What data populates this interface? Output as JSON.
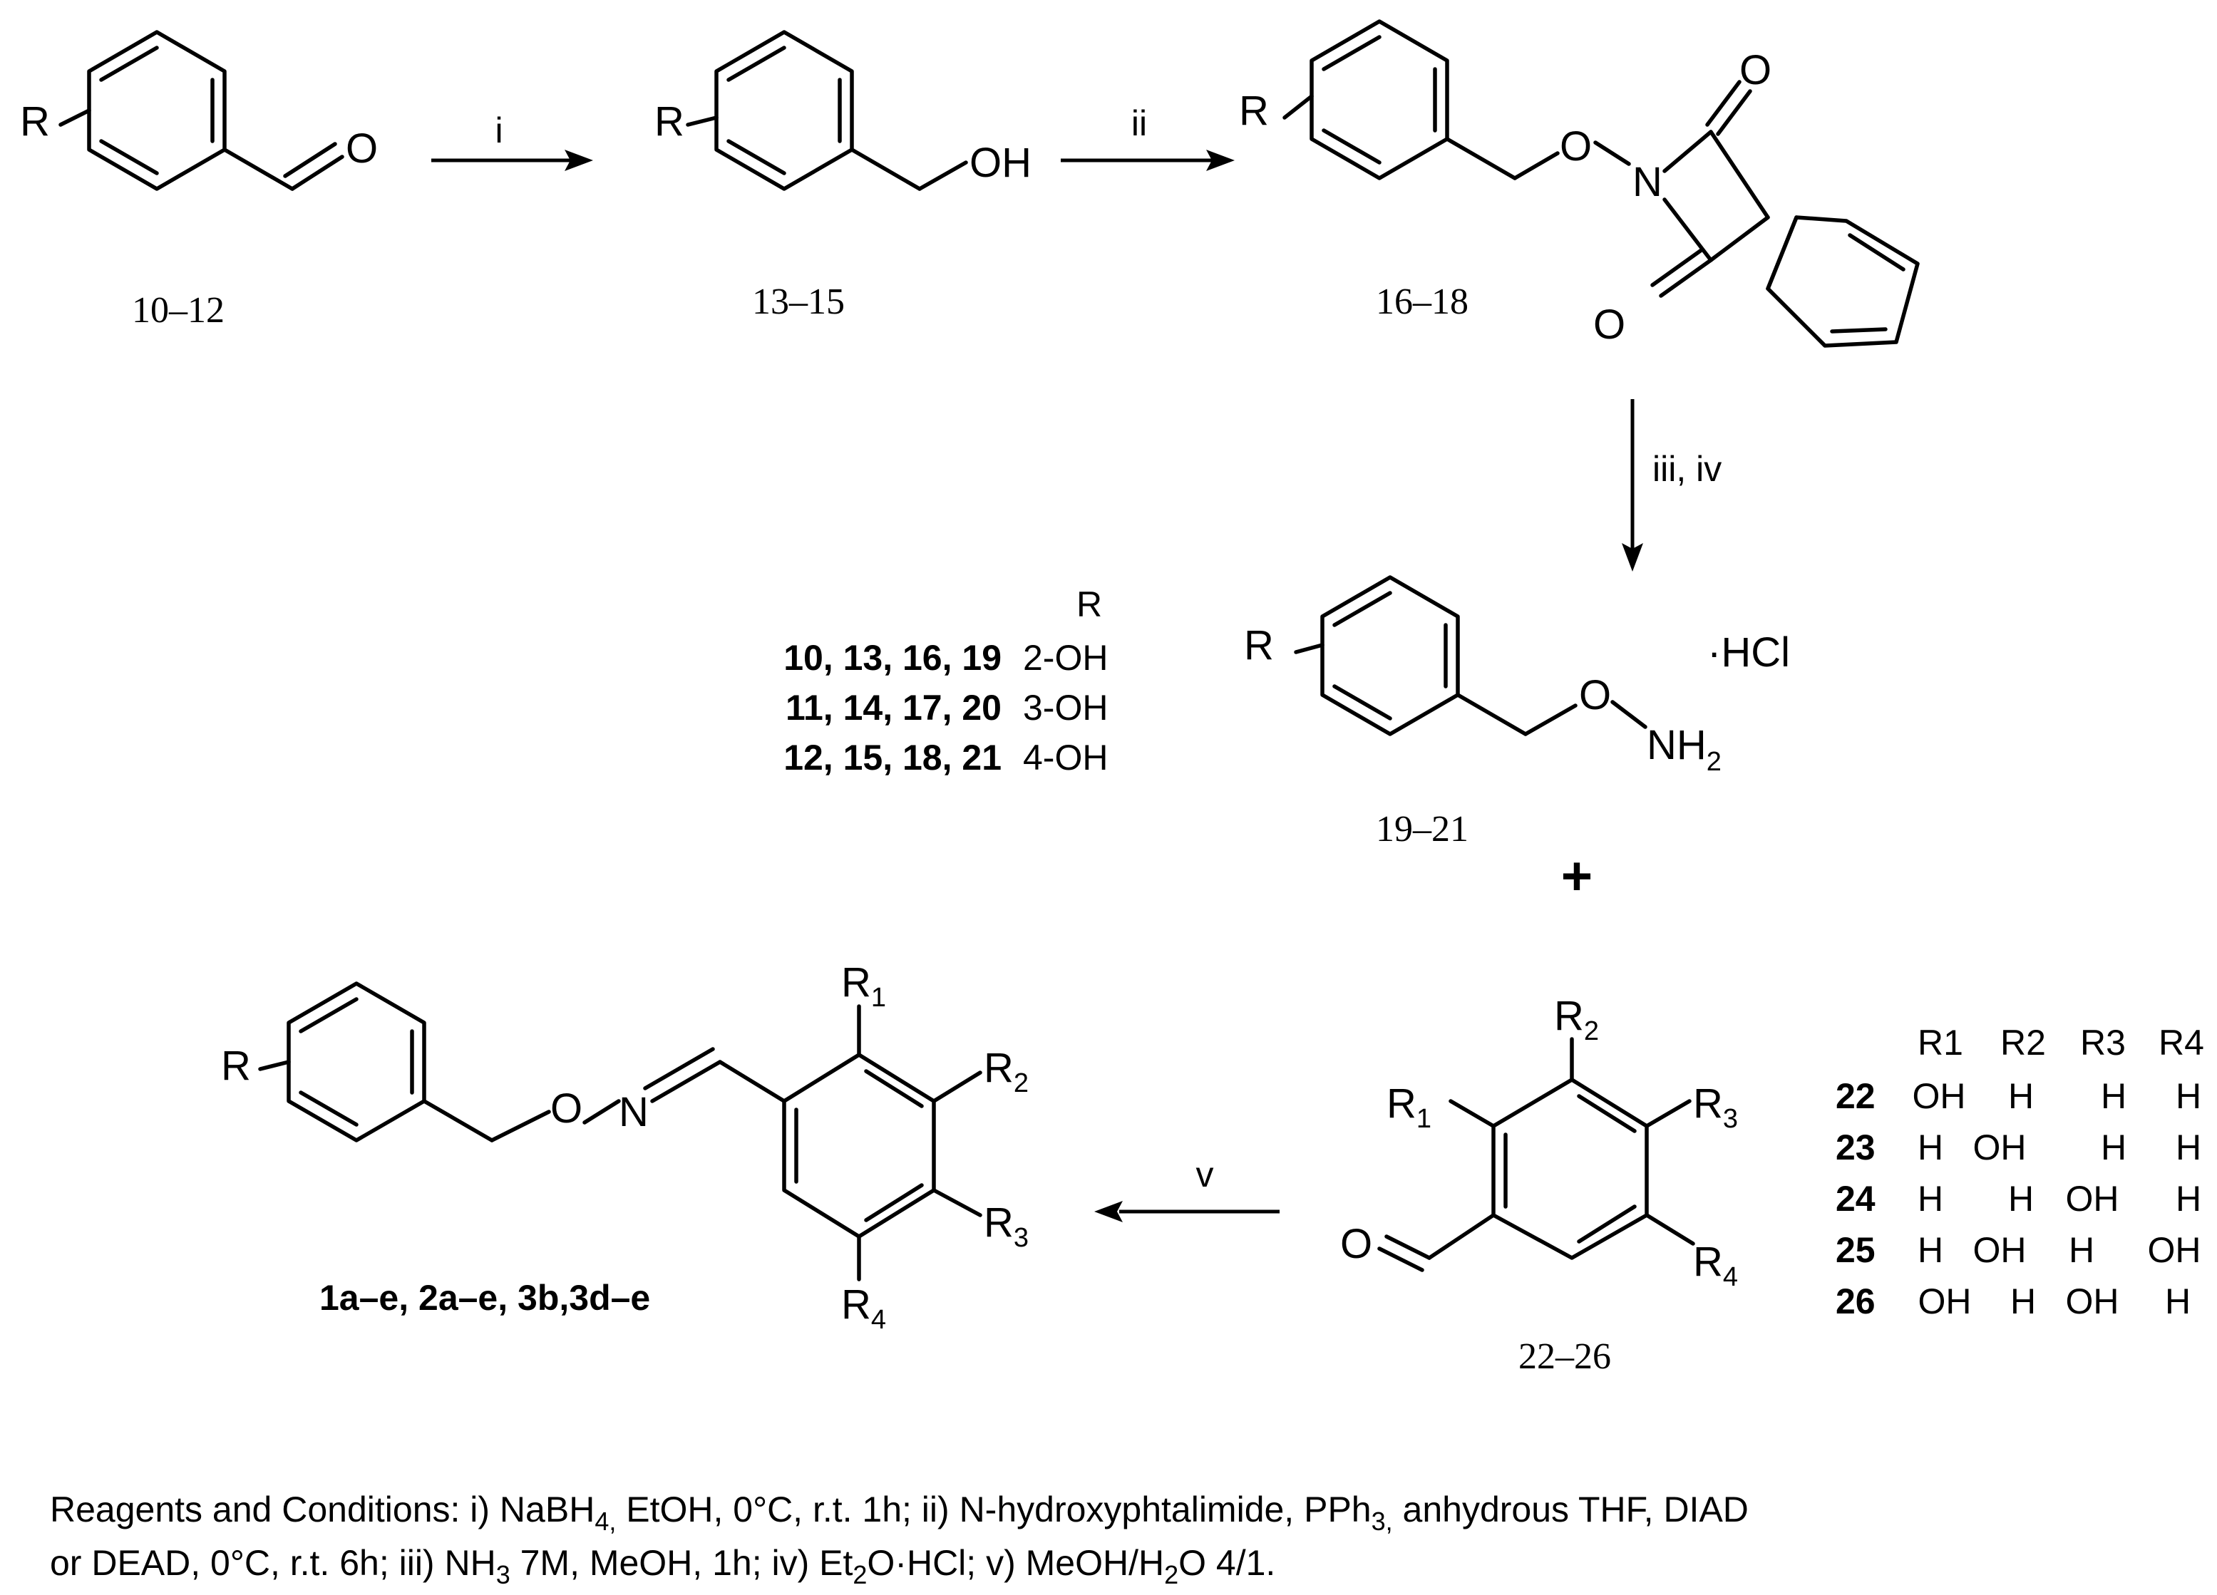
{
  "structures": {
    "s1": {
      "r": "R",
      "o": "O",
      "label": "10–12"
    },
    "s2": {
      "r": "R",
      "oh": "OH",
      "label": "13–15"
    },
    "s3": {
      "r": "R",
      "o_link": "O",
      "n": "N",
      "o_top": "O",
      "o_bot": "O",
      "label": "16–18"
    },
    "s4": {
      "r": "R",
      "o": "O",
      "nh": "NH",
      "nh_sub": "2",
      "hcl": "·HCl",
      "label": "19–21"
    },
    "s5": {
      "r": "R1",
      "r2": "R2",
      "r3": "R3",
      "r4": "R4",
      "o": "O",
      "label": "22–26"
    },
    "s6": {
      "r": "R",
      "o": "O",
      "n": "N",
      "label": "1a–e, 2a–e, 3b,3d–e"
    }
  },
  "substituent_symbols": {
    "r1": {
      "base": "R",
      "sub": "1"
    },
    "r2": {
      "base": "R",
      "sub": "2"
    },
    "r3": {
      "base": "R",
      "sub": "3"
    },
    "r4": {
      "base": "R",
      "sub": "4"
    }
  },
  "arrows": {
    "a1": "i",
    "a2": "ii",
    "a3": "iii, iv",
    "a4": "v"
  },
  "plus_sign": "+",
  "r_table": {
    "header": "R",
    "rows": [
      {
        "compounds": "10, 13, 16, 19",
        "r": "2-OH"
      },
      {
        "compounds": "11, 14, 17, 20",
        "r": "3-OH"
      },
      {
        "compounds": "12, 15, 18, 21",
        "r": "4-OH"
      }
    ]
  },
  "aldehyde_table": {
    "headers": [
      "R1",
      "R2",
      "R3",
      "R4"
    ],
    "rows": [
      {
        "compound": "22",
        "values": [
          "OH",
          "H",
          "H",
          "H"
        ]
      },
      {
        "compound": "23",
        "values": [
          "H",
          "OH",
          "H",
          "H"
        ]
      },
      {
        "compound": "24",
        "values": [
          "H",
          "H",
          "OH",
          "H"
        ]
      },
      {
        "compound": "25",
        "values": [
          "H",
          "OH",
          "H",
          "OH"
        ]
      },
      {
        "compound": "26",
        "values": [
          "OH",
          "H",
          "OH",
          "H"
        ]
      }
    ]
  },
  "footnote": {
    "line1": [
      {
        "t": "Reagents and Conditions: i) NaBH"
      },
      {
        "t": "4,",
        "sub": true
      },
      {
        "t": " EtOH, 0°C, r.t. 1h; ii) N-hydroxyphtalimide, PPh"
      },
      {
        "t": "3,",
        "sub": true
      },
      {
        "t": " anhydrous THF, DIAD"
      }
    ],
    "line2": [
      {
        "t": "or DEAD, 0°C, r.t. 6h; iii) NH"
      },
      {
        "t": "3",
        "sub": true
      },
      {
        "t": " 7M, MeOH, 1h; iv) Et"
      },
      {
        "t": "2",
        "sub": true
      },
      {
        "t": "O·HCl; v) MeOH/H"
      },
      {
        "t": "2",
        "sub": true
      },
      {
        "t": "O 4/1."
      }
    ]
  }
}
